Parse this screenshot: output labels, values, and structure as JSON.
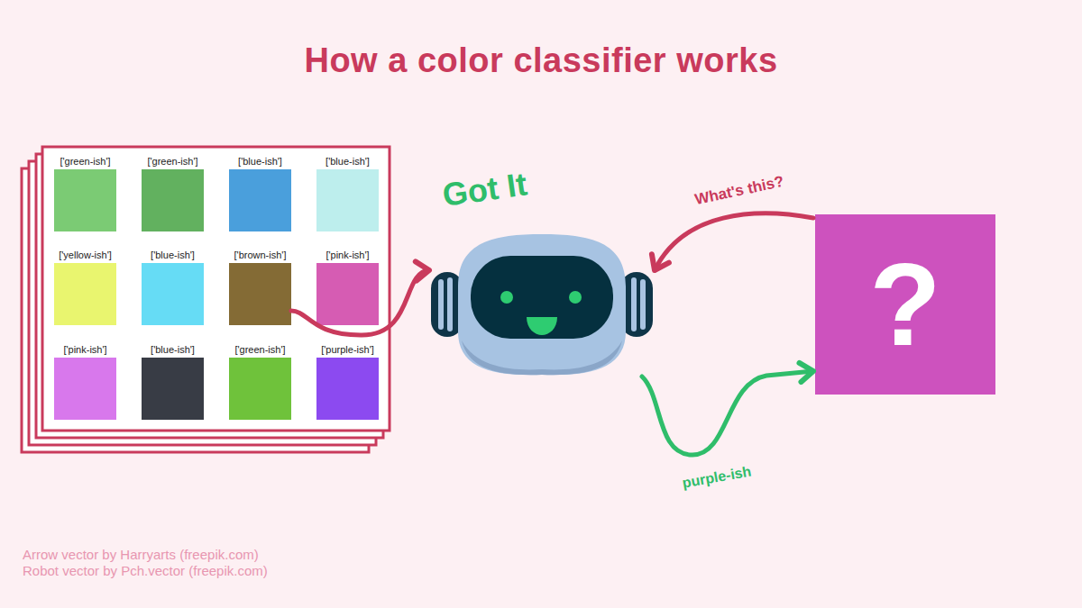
{
  "diagram": {
    "title": "How a color classifier works",
    "nodes": [
      {
        "text": [
          "['green-ish']"
        ]
      },
      {
        "text": [
          "['green-ish']"
        ]
      },
      {
        "text": [
          "['blue-ish']"
        ]
      },
      {
        "text": [
          "['blue-ish']"
        ]
      },
      {
        "text": [
          "['yellow-ish']"
        ]
      },
      {
        "text": [
          "['blue-ish']"
        ]
      },
      {
        "text": [
          "['brown-ish']"
        ]
      },
      {
        "text": [
          "['pink-ish']"
        ]
      },
      {
        "text": [
          "['pink-ish']"
        ]
      },
      {
        "text": [
          "['blue-ish']"
        ]
      },
      {
        "text": [
          "['green-ish']"
        ]
      },
      {
        "text": [
          "['purple-ish']"
        ]
      },
      {
        "text": [
          "Got It"
        ]
      },
      {
        "text": [
          "?"
        ]
      }
    ],
    "edges": [
      {
        "from": 6,
        "to": 12,
        "arrow": "to"
      },
      {
        "from": 13,
        "to": 12,
        "label": "What's this?",
        "arrow": "to"
      },
      {
        "from": 12,
        "to": 13,
        "label": "purple-ish",
        "arrow": "to"
      }
    ],
    "labels": [
      "Arrow vector by Harryarts (freepik.com)",
      "Robot vector by Pch.vector (freepik.com)"
    ]
  }
}
